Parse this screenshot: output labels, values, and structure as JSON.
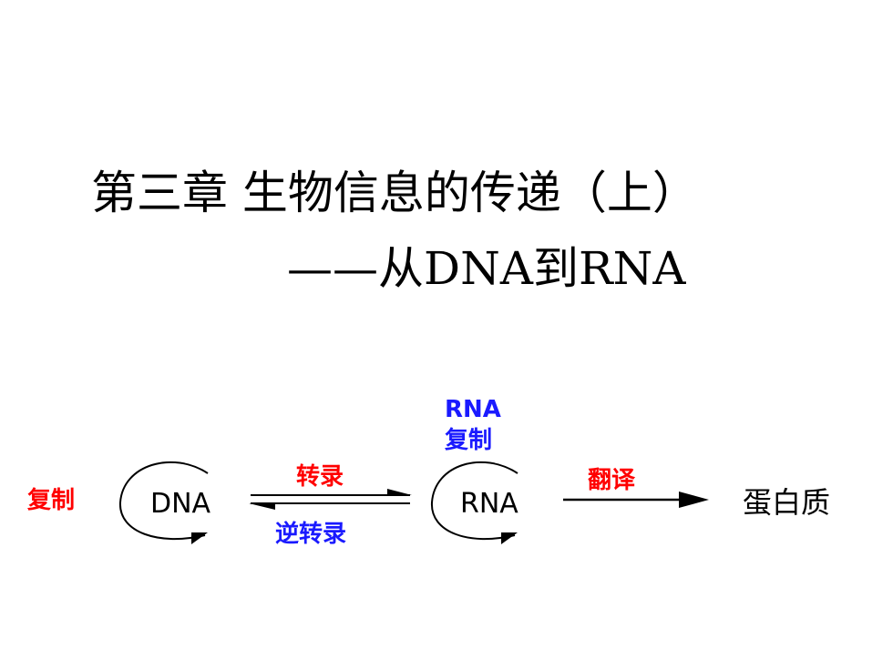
{
  "title": {
    "line1": "第三章 生物信息的传递（上）",
    "line2": "——从DNA到RNA"
  },
  "diagram": {
    "dna_label": "DNA",
    "rna_label": "RNA",
    "protein_label": "蛋白质",
    "dna_replication": "复制",
    "rna_replication_line1": "RNA",
    "rna_replication_line2": "复制",
    "transcription": "转录",
    "reverse_transcription": "逆转录",
    "translation": "翻译",
    "colors": {
      "red": "#ff0000",
      "blue": "#1a1aff",
      "black": "#000000"
    }
  }
}
